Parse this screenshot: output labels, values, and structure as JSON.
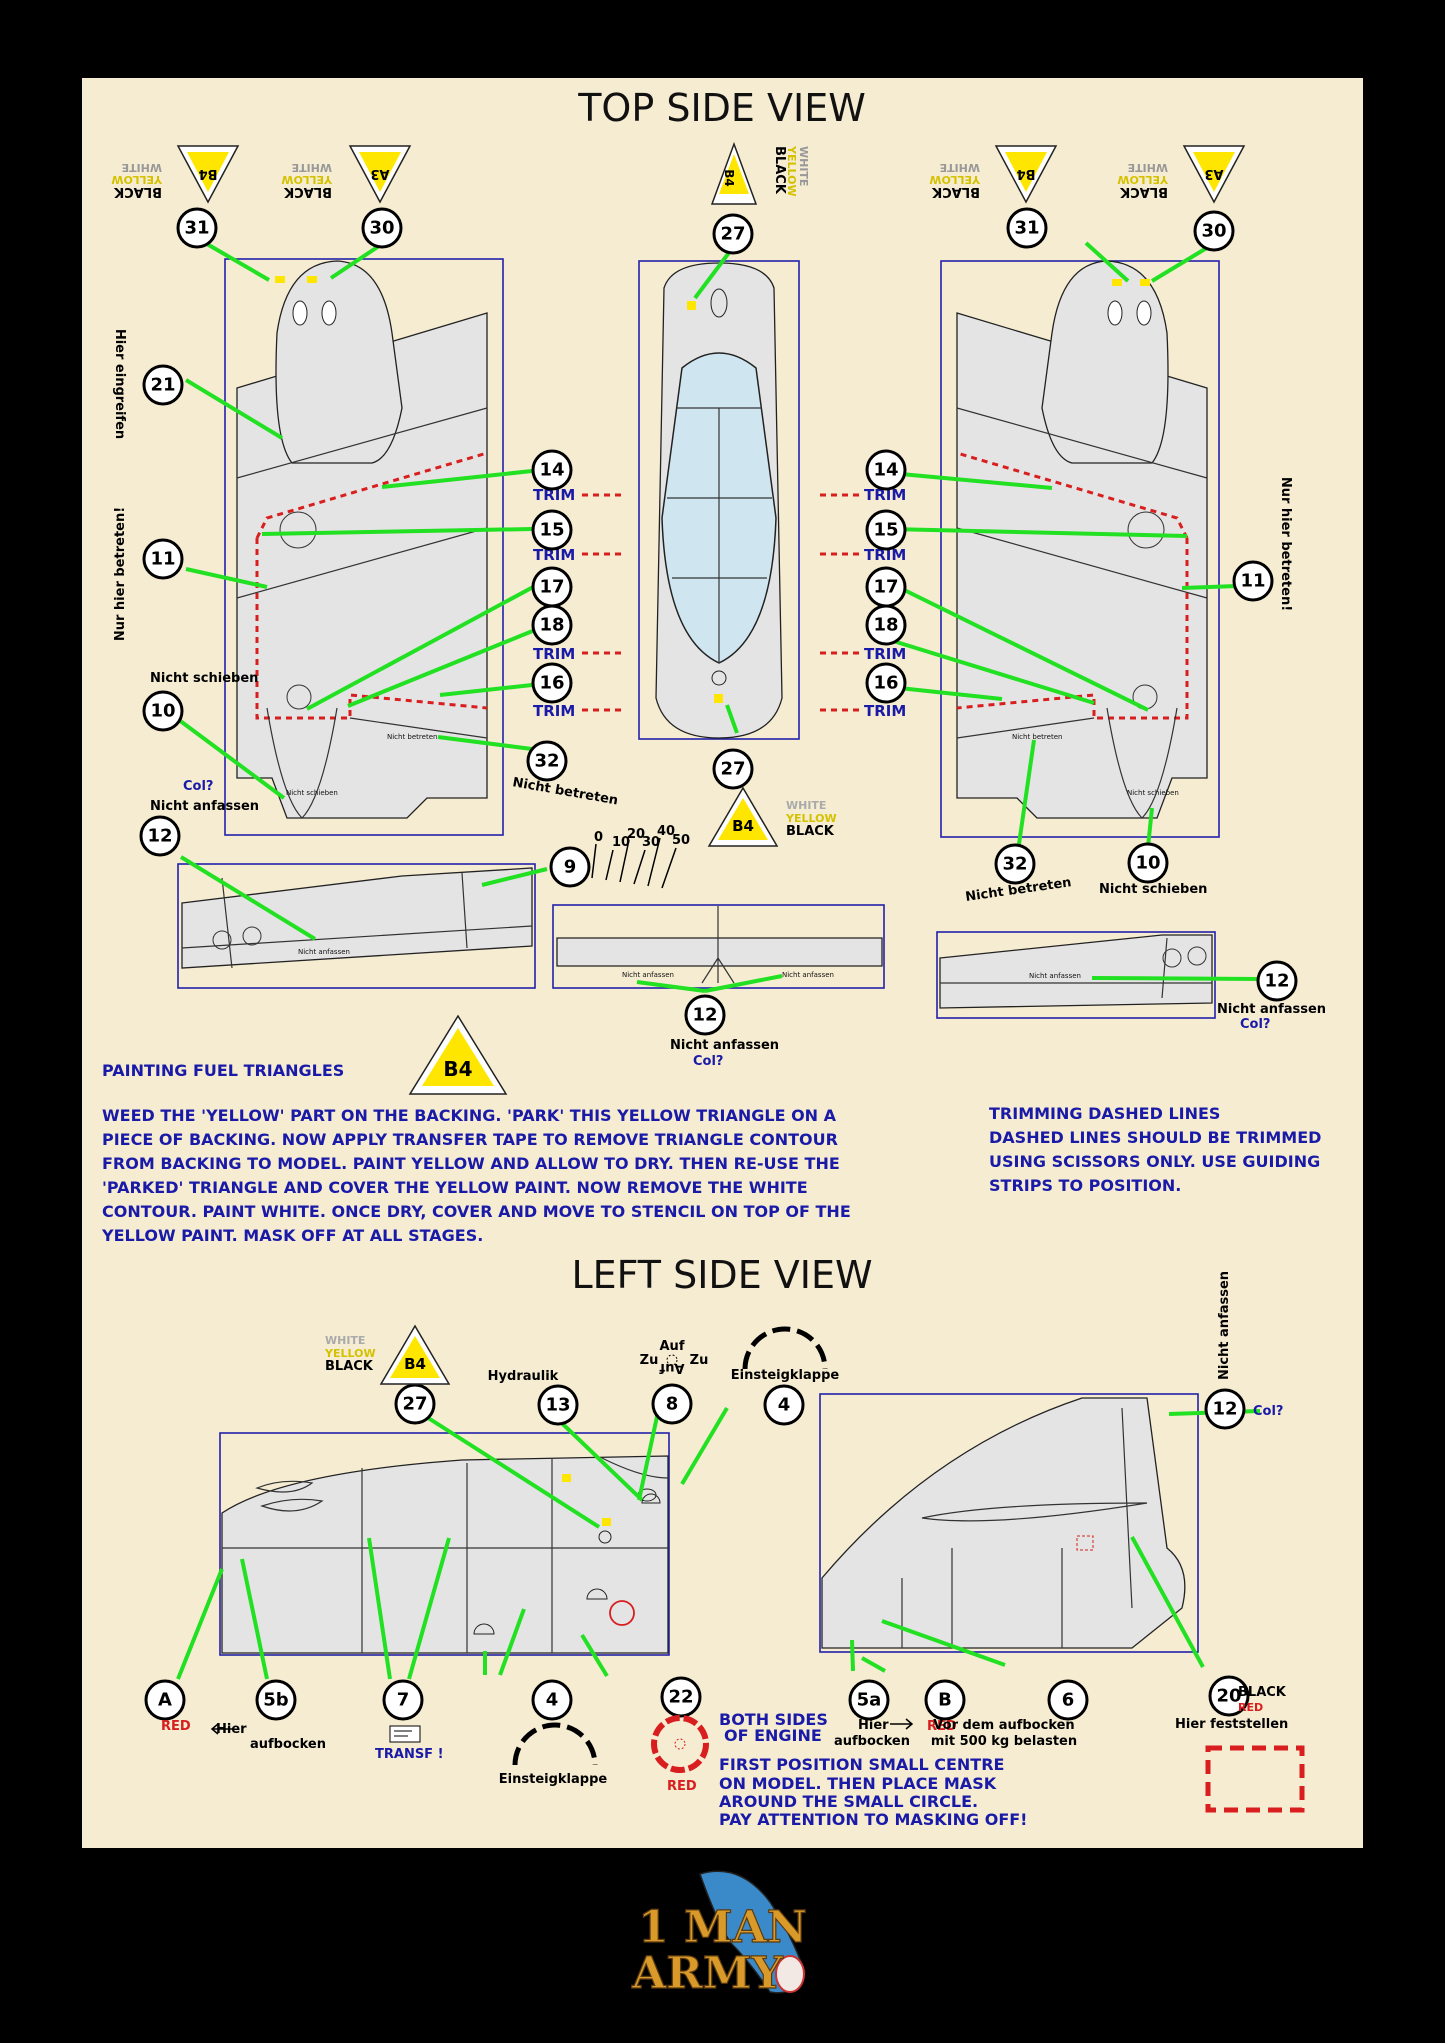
{
  "titles": {
    "top": "TOP SIDE VIEW",
    "left": "LEFT SIDE VIEW"
  },
  "triangle_legend": {
    "white": "WHITE",
    "yellow": "YELLOW",
    "black": "BLACK"
  },
  "triangles": {
    "a3": "A3",
    "b4": "B4"
  },
  "callouts": {
    "n31": "31",
    "n30": "30",
    "n27": "27",
    "n21": "21",
    "n14": "14",
    "n15": "15",
    "n11": "11",
    "n17": "17",
    "n18": "18",
    "n16": "16",
    "n10": "10",
    "n32": "32",
    "n12": "12",
    "n9": "9",
    "n13": "13",
    "n8": "8",
    "n4": "4",
    "n22": "22",
    "n7": "7",
    "nA": "A",
    "n5b": "5b",
    "n5a": "5a",
    "nB": "B",
    "n6": "6",
    "n20": "20"
  },
  "labels": {
    "trim": "TRIM",
    "hier_eingreifen": "Hier eingreifen",
    "nur_hier_betreten": "Nur hier betreten!",
    "nicht_schieben": "Nicht schieben",
    "nicht_betreten": "Nicht betreten",
    "nicht_anfassen": "Nicht anfassen",
    "col": "Col?",
    "hydraulik": "Hydraulik",
    "auf": "Auf",
    "zu": "Zu",
    "einsteigklappe": "Einsteigklappe",
    "red": "RED",
    "black": "BLACK",
    "hier": "Hier",
    "aufbocken": "aufbocken",
    "transf": "TRANSF !",
    "vor_dem": "Vor dem aufbocken",
    "mit_500": "mit 500 kg belasten",
    "hier_feststellen": "Hier feststellen",
    "scale_0": "0",
    "scale_10": "10",
    "scale_20": "20",
    "scale_30": "30",
    "scale_40": "40",
    "scale_50": "50"
  },
  "fuel": {
    "heading": "PAINTING FUEL TRIANGLES",
    "lines": [
      "WEED THE 'YELLOW' PART ON THE BACKING. 'PARK' THIS YELLOW TRIANGLE ON A",
      "PIECE OF BACKING. NOW APPLY TRANSFER TAPE TO REMOVE TRIANGLE CONTOUR",
      "FROM BACKING TO MODEL. PAINT YELLOW AND ALLOW TO DRY. THEN RE-USE THE",
      "'PARKED' TRIANGLE AND COVER THE YELLOW PAINT. NOW REMOVE THE WHITE",
      "CONTOUR. PAINT WHITE. ONCE DRY, COVER AND MOVE TO STENCIL ON TOP OF THE",
      "YELLOW PAINT. MASK OFF AT ALL STAGES."
    ]
  },
  "trimming": {
    "heading": "TRIMMING DASHED LINES",
    "lines": [
      "DASHED LINES SHOULD BE TRIMMED",
      "USING SCISSORS ONLY. USE GUIDING",
      "STRIPS TO POSITION."
    ]
  },
  "engine_note": {
    "both_sides": [
      "BOTH SIDES",
      "OF ENGINE"
    ],
    "lines": [
      "FIRST POSITION SMALL CENTRE",
      "ON MODEL. THEN PLACE MASK",
      "AROUND THE SMALL CIRCLE.",
      "PAY ATTENTION TO MASKING OFF!"
    ]
  },
  "logo": {
    "line1": "1 MAN",
    "line2": "ARMY"
  },
  "colors": {
    "background": "#000000",
    "sheet": "#f5ecd1",
    "leader": "#22e022",
    "blue_text": "#1a1aa8",
    "red": "#d81e1e",
    "yellow": "#ffe600",
    "frame": "#2222aa"
  }
}
